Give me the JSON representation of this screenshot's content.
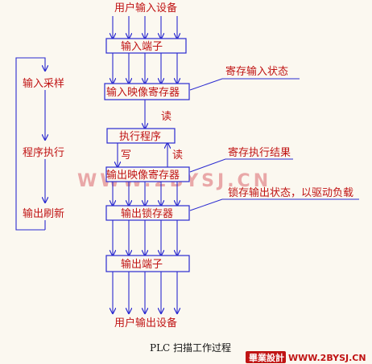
{
  "diagram": {
    "top_label": "用户输入设备",
    "bottom_label": "用户输出设备",
    "boxes": {
      "input_terminal": "输入端子",
      "input_image_register": "输入映像寄存器",
      "execute_program": "执行程序",
      "output_image_register": "输出映像寄存器",
      "output_latch": "输出锁存器",
      "output_terminal": "输出端子"
    },
    "cycle": [
      "输入采样",
      "程序执行",
      "输出刷新"
    ],
    "annotations": {
      "store_input_state": "寄存输入状态",
      "store_result": "寄存执行结果",
      "latch_output": "锁存输出状态，以驱动负载"
    },
    "read_label_1": "读",
    "write_label": "写",
    "read_label_2": "读"
  },
  "caption": "PLC 扫描工作过程",
  "watermark": "WWW.2BYSJ.CN",
  "footer": {
    "logo_text": "畢業設計",
    "url_text": "WWW.2BYSJ.CN"
  },
  "colors": {
    "lines": "#2a2ad0",
    "text": "#c01414",
    "box_border": "#2a2ad0"
  }
}
